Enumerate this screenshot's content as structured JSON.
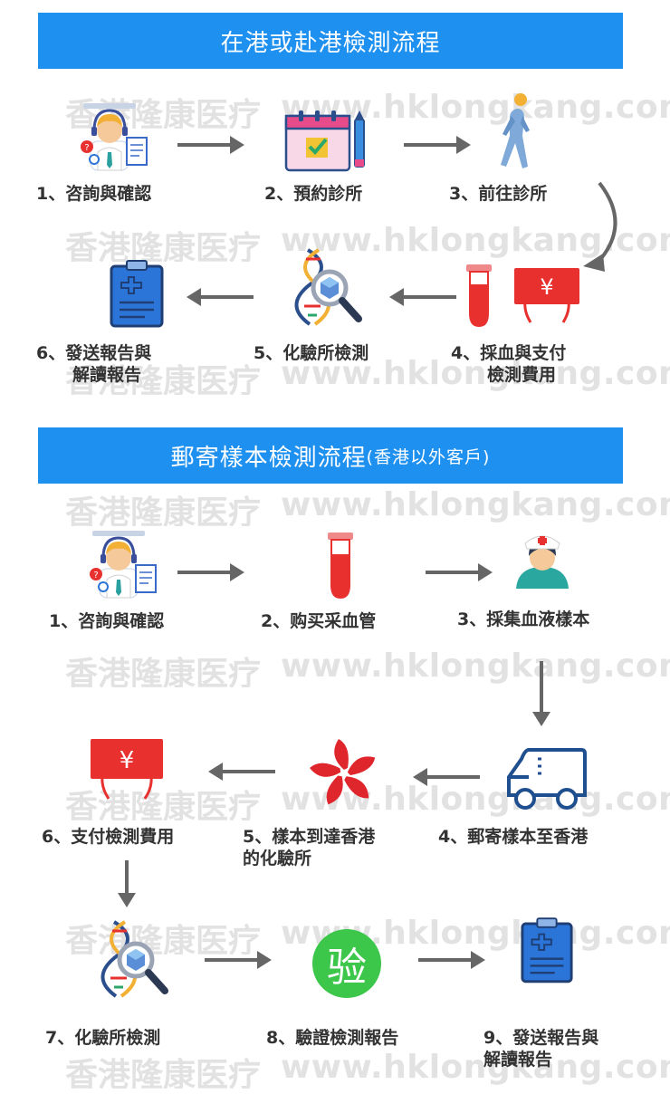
{
  "watermark": {
    "cn": "香港隆康医疗",
    "en": "www.hklongkang.com"
  },
  "section1": {
    "title": "在港或赴港檢測流程",
    "steps": [
      {
        "label": "1、咨詢與確認"
      },
      {
        "label": "2、預約診所"
      },
      {
        "label": "3、前往診所"
      },
      {
        "line1": "4、採血與支付",
        "line2": "檢測費用"
      },
      {
        "label": "5、化驗所檢測"
      },
      {
        "line1": "6、發送報告與",
        "line2": "解讀報告"
      }
    ]
  },
  "section2": {
    "title_main": "郵寄樣本檢測流程",
    "title_sub": "(香港以外客戶)",
    "steps": [
      {
        "label": "1、咨詢與確認"
      },
      {
        "label": "2、购买采血管"
      },
      {
        "label": "3、採集血液樣本"
      },
      {
        "label": "4、郵寄樣本至香港"
      },
      {
        "line1": "5、樣本到達香港",
        "line2": "的化驗所"
      },
      {
        "label": "6、支付檢測費用"
      },
      {
        "label": "7、化驗所檢測"
      },
      {
        "label": "8、驗證檢測報告"
      },
      {
        "line1": "9、發送報告與",
        "line2": "解讀報告"
      }
    ],
    "verify_char": "验"
  },
  "icons": {
    "yen": "¥",
    "payment": "payment-card-icon",
    "colors": {
      "banner": "#1e90f0",
      "arrow": "#666666",
      "red": "#e8302f",
      "green": "#3cc64a",
      "navy": "#1f4f8f"
    }
  }
}
